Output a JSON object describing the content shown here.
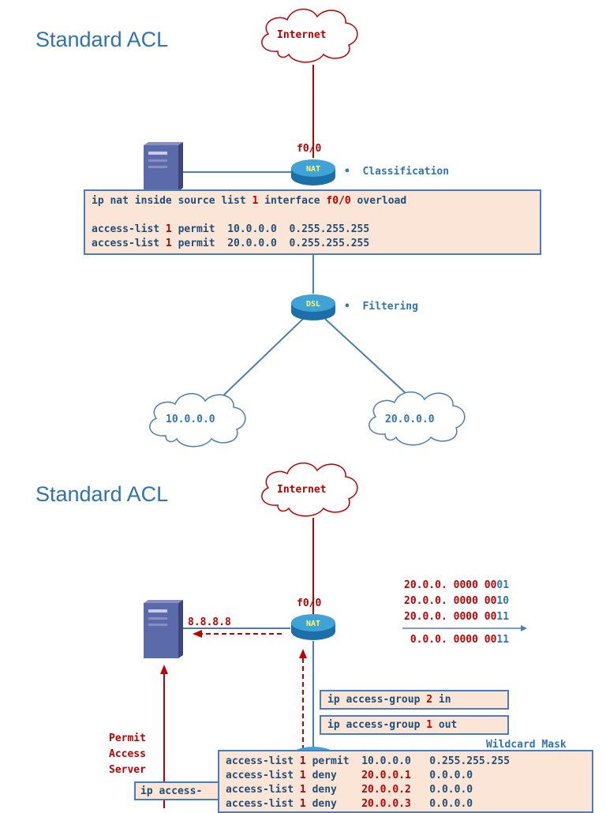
{
  "diagram1": {
    "title": "Standard ACL",
    "cloud_top": "Internet",
    "interface": "f0/0",
    "router_nat": "NAT",
    "router_dsl": "DSL",
    "bullet_classification": "•  Classification",
    "bullet_filtering": "•  Filtering",
    "cloud_left": "10.0.0.0",
    "cloud_right": "20.0.0.0",
    "config": {
      "line1_a": "ip nat inside source list ",
      "line1_b": "1",
      "line1_c": " interface ",
      "line1_d": "f0/0",
      "line1_e": " overload",
      "line2_a": "access-list ",
      "line2_b": "1",
      "line2_c": " permit  10.0.0.0  0.255.255.255",
      "line3_a": "access-list ",
      "line3_b": "1",
      "line3_c": " permit  20.0.0.0  0.255.255.255"
    }
  },
  "diagram2": {
    "title": "Standard ACL",
    "cloud_top": "Internet",
    "interface": "f0/0",
    "router_nat": "NAT",
    "ip_label": "8.8.8.8",
    "binary": {
      "r1_a": "20.0.0. 0000 00",
      "r1_b": "01",
      "r2_a": "20.0.0. 0000 00",
      "r2_b": "10",
      "r3_a": "20.0.0. 0000 00",
      "r3_b": "11",
      "r4_a": " 0.0.0. 0000 00",
      "r4_b": "11"
    },
    "access_group_in_a": "ip access-group ",
    "access_group_in_b": "2",
    "access_group_in_c": " in",
    "access_group_out_a": "ip access-group ",
    "access_group_out_b": "1",
    "access_group_out_c": " out",
    "permit_label_1": "Permit",
    "permit_label_2": "Access",
    "permit_label_3": "Server",
    "wildcard_label": "Wildcard Mask",
    "partial_box": "ip access-",
    "acl": [
      {
        "a": "access-list ",
        "b": "1",
        "c": " permit  ",
        "d": "10.0.0.0",
        "e": "   0.255.255.255"
      },
      {
        "a": "access-list ",
        "b": "1",
        "c": " deny    ",
        "d": "20.0.0.1",
        "e": "   0.0.0.0"
      },
      {
        "a": "access-list ",
        "b": "1",
        "c": " deny    ",
        "d": "20.0.0.2",
        "e": "   0.0.0.0"
      },
      {
        "a": "access-list ",
        "b": "1",
        "c": " deny    ",
        "d": "20.0.0.3",
        "e": "   0.0.0.0"
      }
    ]
  }
}
